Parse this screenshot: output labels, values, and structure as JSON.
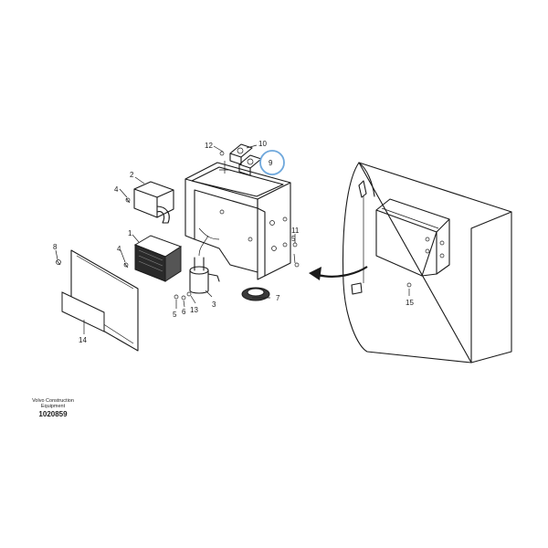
{
  "footer": {
    "company_line1": "Volvo Construction",
    "company_line2": "Equipment",
    "drawing_number": "1020859"
  },
  "callouts": {
    "c1": "1",
    "c2": "2",
    "c3": "3",
    "c4a": "4",
    "c4b": "4",
    "c5a": "5",
    "c5b": "5",
    "c6": "6",
    "c7": "7",
    "c8": "8",
    "c9": "9",
    "c10": "10",
    "c11": "11",
    "c12": "12",
    "c13": "13",
    "c14": "14",
    "c15": "15"
  },
  "highlight": {
    "part": "9",
    "color": "#6fa8dc"
  }
}
